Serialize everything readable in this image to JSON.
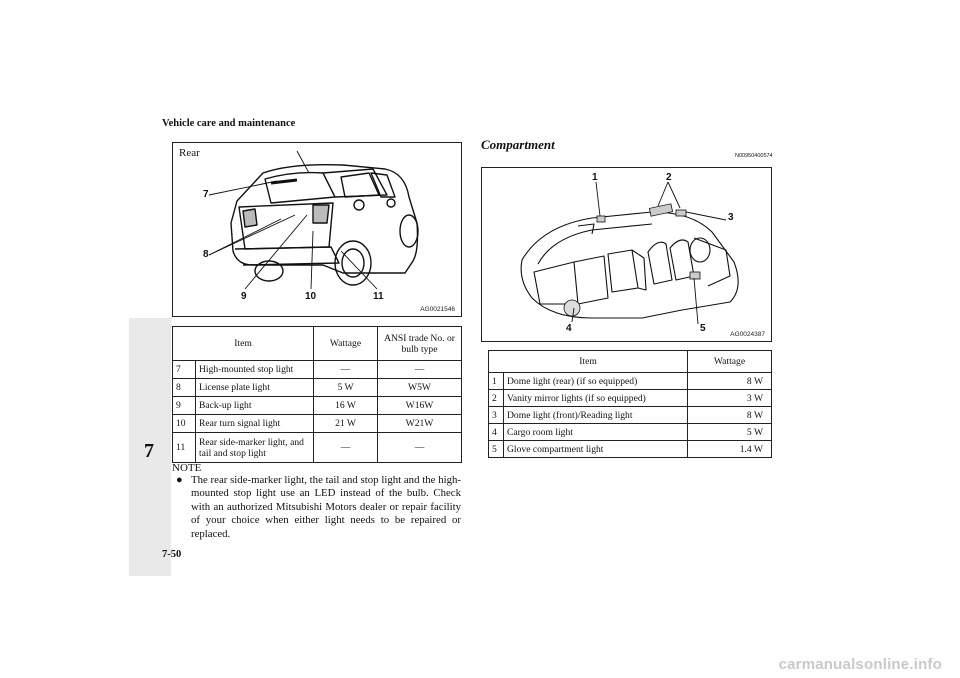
{
  "page": {
    "header": "Vehicle care and maintenance",
    "chapter_tab": "7",
    "page_number": "7-50",
    "footer_watermark": "carmanualsonline.info"
  },
  "rear": {
    "figure_title": "Rear",
    "figure_code": "AG0021546",
    "callouts": [
      "7",
      "8",
      "9",
      "10",
      "11"
    ],
    "table": {
      "headers": [
        "Item",
        "Wattage",
        "ANSI trade No. or bulb type"
      ],
      "rows": [
        {
          "num": "7",
          "item": "High-mounted stop light",
          "wattage": "—",
          "ansi": "—"
        },
        {
          "num": "8",
          "item": "License plate light",
          "wattage": "5 W",
          "ansi": "W5W"
        },
        {
          "num": "9",
          "item": "Back-up light",
          "wattage": "16 W",
          "ansi": "W16W"
        },
        {
          "num": "10",
          "item": "Rear turn signal light",
          "wattage": "21 W",
          "ansi": "W21W"
        },
        {
          "num": "11",
          "item": "Rear side-marker light, and tail and stop light",
          "wattage": "—",
          "ansi": "—"
        }
      ]
    },
    "note": {
      "title": "NOTE",
      "bullet": "●",
      "text": "The rear side-marker light, the tail and stop light and the high-mounted stop light use an LED instead of the bulb. Check with an authorized Mitsubishi Motors dealer or repair facility of your choice when either light needs to be repaired or replaced."
    }
  },
  "compartment": {
    "title": "Compartment",
    "ref_code": "N00950400574",
    "figure_code": "AG0024387",
    "callouts": [
      "1",
      "2",
      "3",
      "4",
      "5"
    ],
    "table": {
      "headers": [
        "Item",
        "Wattage"
      ],
      "rows": [
        {
          "num": "1",
          "item": "Dome light (rear) (if so equipped)",
          "wattage": "8 W"
        },
        {
          "num": "2",
          "item": "Vanity mirror lights (if so equipped)",
          "wattage": "3 W"
        },
        {
          "num": "3",
          "item": "Dome light (front)/Reading light",
          "wattage": "8 W"
        },
        {
          "num": "4",
          "item": "Cargo room light",
          "wattage": "5 W"
        },
        {
          "num": "5",
          "item": "Glove compartment light",
          "wattage": "1.4 W"
        }
      ]
    }
  }
}
